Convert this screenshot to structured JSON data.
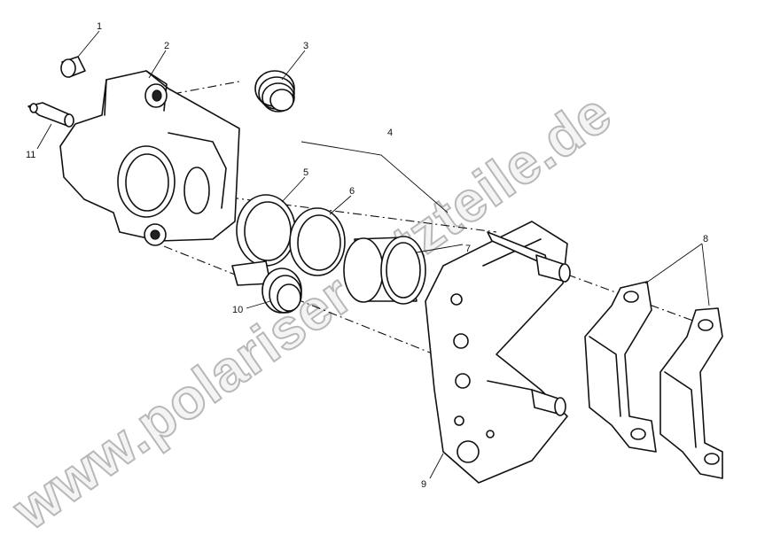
{
  "diagram": {
    "callouts": [
      "1",
      "2",
      "3",
      "4",
      "5",
      "6",
      "7",
      "8",
      "9",
      "10",
      "11"
    ],
    "watermark": "www.polarisersatzteile.de"
  }
}
